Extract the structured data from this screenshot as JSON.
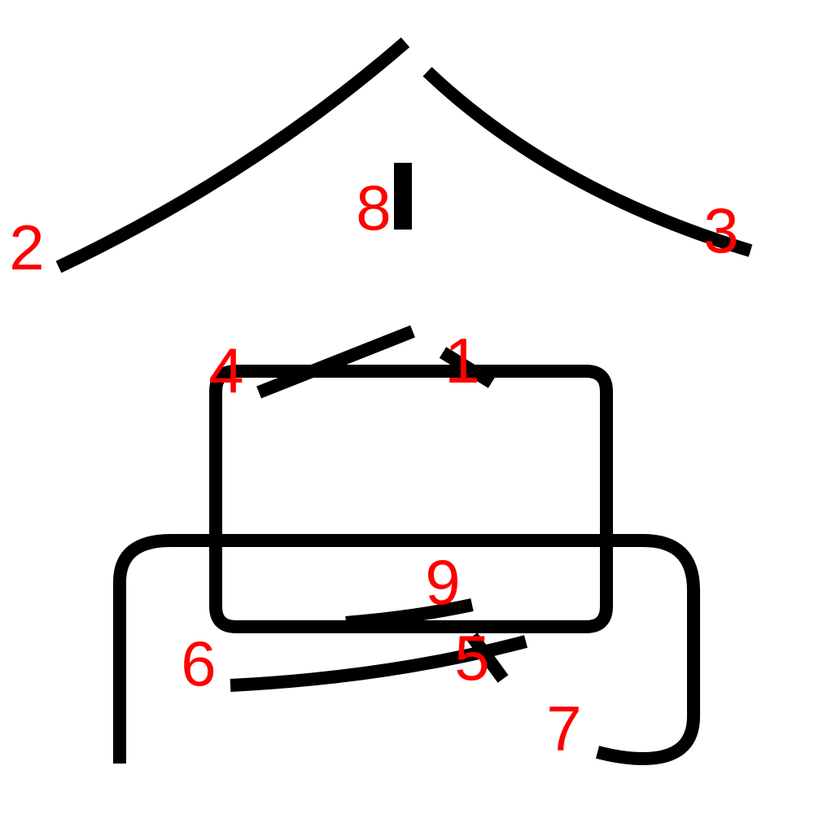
{
  "colors": {
    "stroke": "#000000",
    "label": "#ff0000",
    "background": "#ffffff"
  },
  "labels": {
    "s1": "1",
    "s2": "2",
    "s3": "3",
    "s4": "4",
    "s5": "5",
    "s6": "6",
    "s7": "7",
    "s8": "8",
    "s9": "9"
  }
}
